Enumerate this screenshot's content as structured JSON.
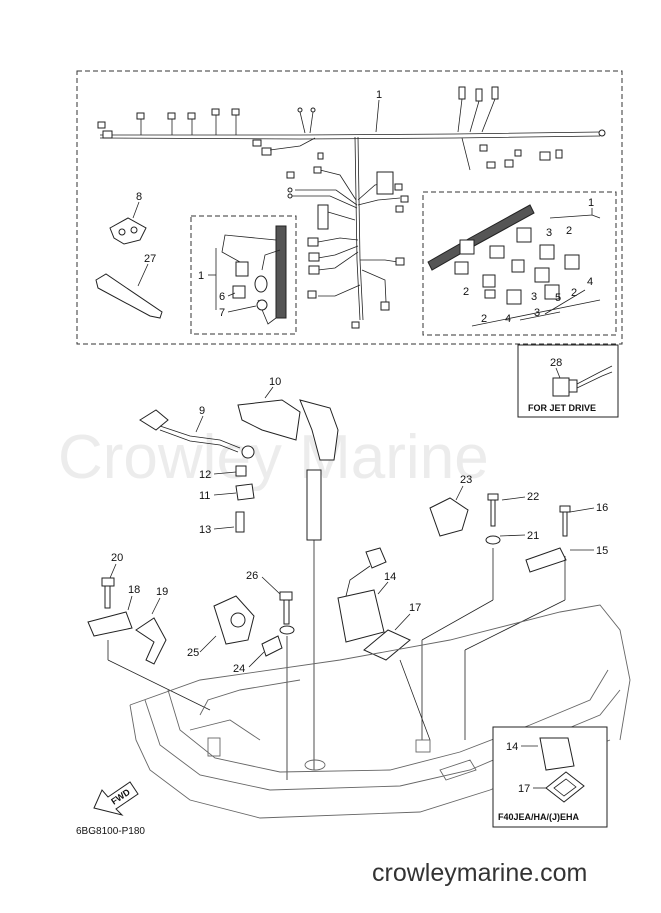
{
  "watermark": "Crowley Marine",
  "site": "crowleymarine.com",
  "ref_code": "6BG8100-P180",
  "fwd_label": "FWD",
  "captions": {
    "jet_drive": "FOR JET DRIVE",
    "model_variant": "F40JEA/HA/(J)EHA"
  },
  "parts": [
    "1",
    "2",
    "3",
    "4",
    "5",
    "6",
    "7",
    "8",
    "9",
    "10",
    "11",
    "12",
    "13",
    "14",
    "15",
    "16",
    "17",
    "18",
    "19",
    "20",
    "21",
    "22",
    "23",
    "24",
    "25",
    "26",
    "27",
    "28"
  ]
}
